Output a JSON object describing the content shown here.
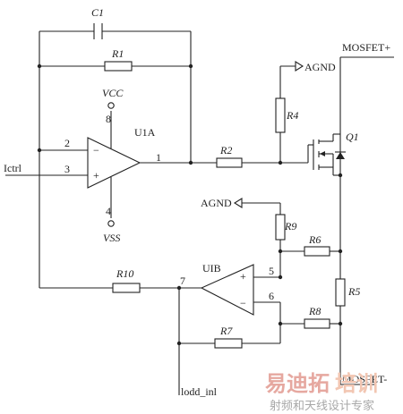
{
  "labels": {
    "c1": "C1",
    "r1": "R1",
    "r2": "R2",
    "r4": "R4",
    "r5": "R5",
    "r6": "R6",
    "r7": "R7",
    "r8": "R8",
    "r9": "R9",
    "r10": "R10",
    "q1": "Q1",
    "u1a": "U1A",
    "u1b": "UIB",
    "vcc": "VCC",
    "vss": "VSS",
    "mosfet_plus": "MOSFET+",
    "mosfet_minus": "MOSFET-",
    "agnd_top": "AGND",
    "agnd_mid": "AGND",
    "ictrl": "Ictrl",
    "lodd_inl": "lodd_inl"
  },
  "pins": {
    "p2": "2",
    "p3": "3",
    "p1": "1",
    "p8": "8",
    "p4": "4",
    "p5": "5",
    "p6": "6",
    "p7": "7",
    "minus_a": "−",
    "plus_a": "+",
    "plus_b": "+",
    "minus_b": "−"
  },
  "watermark": {
    "brand_part1": "易迪拓",
    "brand_part2": "培训",
    "slogan": "射频和天线设计专家"
  }
}
